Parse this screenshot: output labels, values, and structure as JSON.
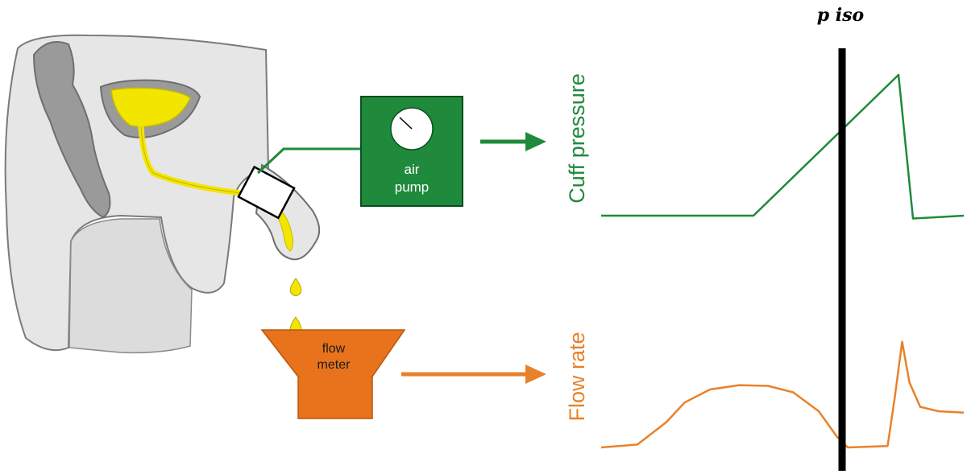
{
  "pump": {
    "line1": "air",
    "line2": "pump"
  },
  "meter": {
    "line1": "flow",
    "line2": "meter"
  },
  "marker": {
    "label": "p iso"
  },
  "colors": {
    "pressure": "#1f8a3c",
    "flow": "#e8822a",
    "urine": "#f2e600",
    "pump_box": "#1f8a3c",
    "meter_box": "#e8731c",
    "tissue_light": "#e6e6e6",
    "tissue_dark": "#9a9a9a",
    "marker_line": "#000000"
  },
  "icons": [
    "pressure-gauge-icon",
    "arrow-right-icon",
    "urine-drop-icon"
  ],
  "chart_data": [
    {
      "type": "line",
      "ylabel": "Cuff pressure",
      "series": [
        {
          "points": [
            [
              0,
              0
            ],
            [
              0.42,
              0
            ],
            [
              0.82,
              1.0
            ],
            [
              0.86,
              -0.02
            ],
            [
              1.0,
              0
            ]
          ]
        }
      ]
    },
    {
      "type": "line",
      "ylabel": "Flow rate",
      "series": [
        {
          "points": [
            [
              0,
              0
            ],
            [
              0.1,
              0.04
            ],
            [
              0.18,
              0.35
            ],
            [
              0.23,
              0.62
            ],
            [
              0.3,
              0.8
            ],
            [
              0.38,
              0.86
            ],
            [
              0.46,
              0.85
            ],
            [
              0.53,
              0.76
            ],
            [
              0.6,
              0.5
            ],
            [
              0.65,
              0.15
            ],
            [
              0.68,
              0.0
            ],
            [
              0.79,
              0.02
            ],
            [
              0.81,
              0.7
            ],
            [
              0.83,
              1.46
            ],
            [
              0.85,
              0.9
            ],
            [
              0.88,
              0.56
            ],
            [
              0.93,
              0.5
            ],
            [
              1.0,
              0.48
            ]
          ]
        }
      ]
    }
  ]
}
